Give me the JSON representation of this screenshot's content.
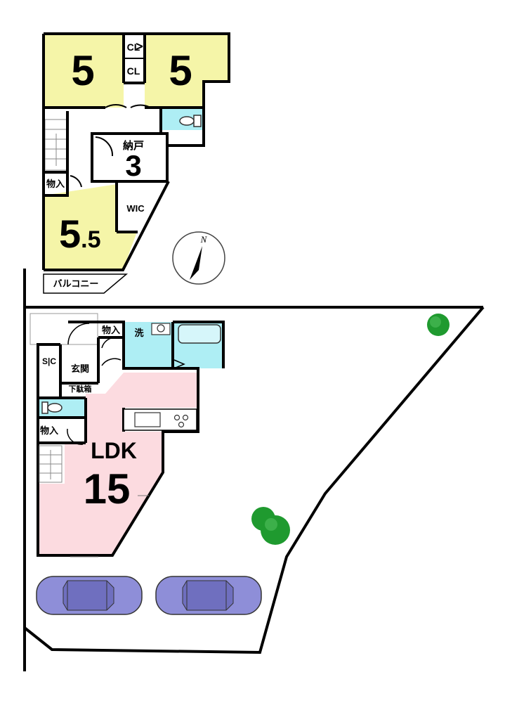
{
  "upper_floor": {
    "bedroom_left_size": "5",
    "bedroom_right_size": "5",
    "closet_top": "CL",
    "closet_bottom": "CL",
    "storage_room_label": "納戸",
    "storage_room_size": "3",
    "storage_small": "物入",
    "wic": "WIC",
    "bedroom_bottom_major": "5",
    "bedroom_bottom_minor": ".5",
    "balcony": "バルコニー"
  },
  "ground_floor": {
    "storage_top": "物入",
    "laundry": "洗",
    "sic": "S|C",
    "entrance": "玄関",
    "shoe_cabinet": "下駄箱",
    "storage_left": "物入",
    "ldk_label": "LDK",
    "ldk_size": "15"
  },
  "compass": {
    "north": "N"
  },
  "colors": {
    "bedroom": "#f5f5a8",
    "ldk": "#fcdbe0",
    "wet_area": "#aeeef4",
    "wall": "#000000",
    "car_body": "#8e8ed8",
    "tree": "#1f9a2f"
  }
}
